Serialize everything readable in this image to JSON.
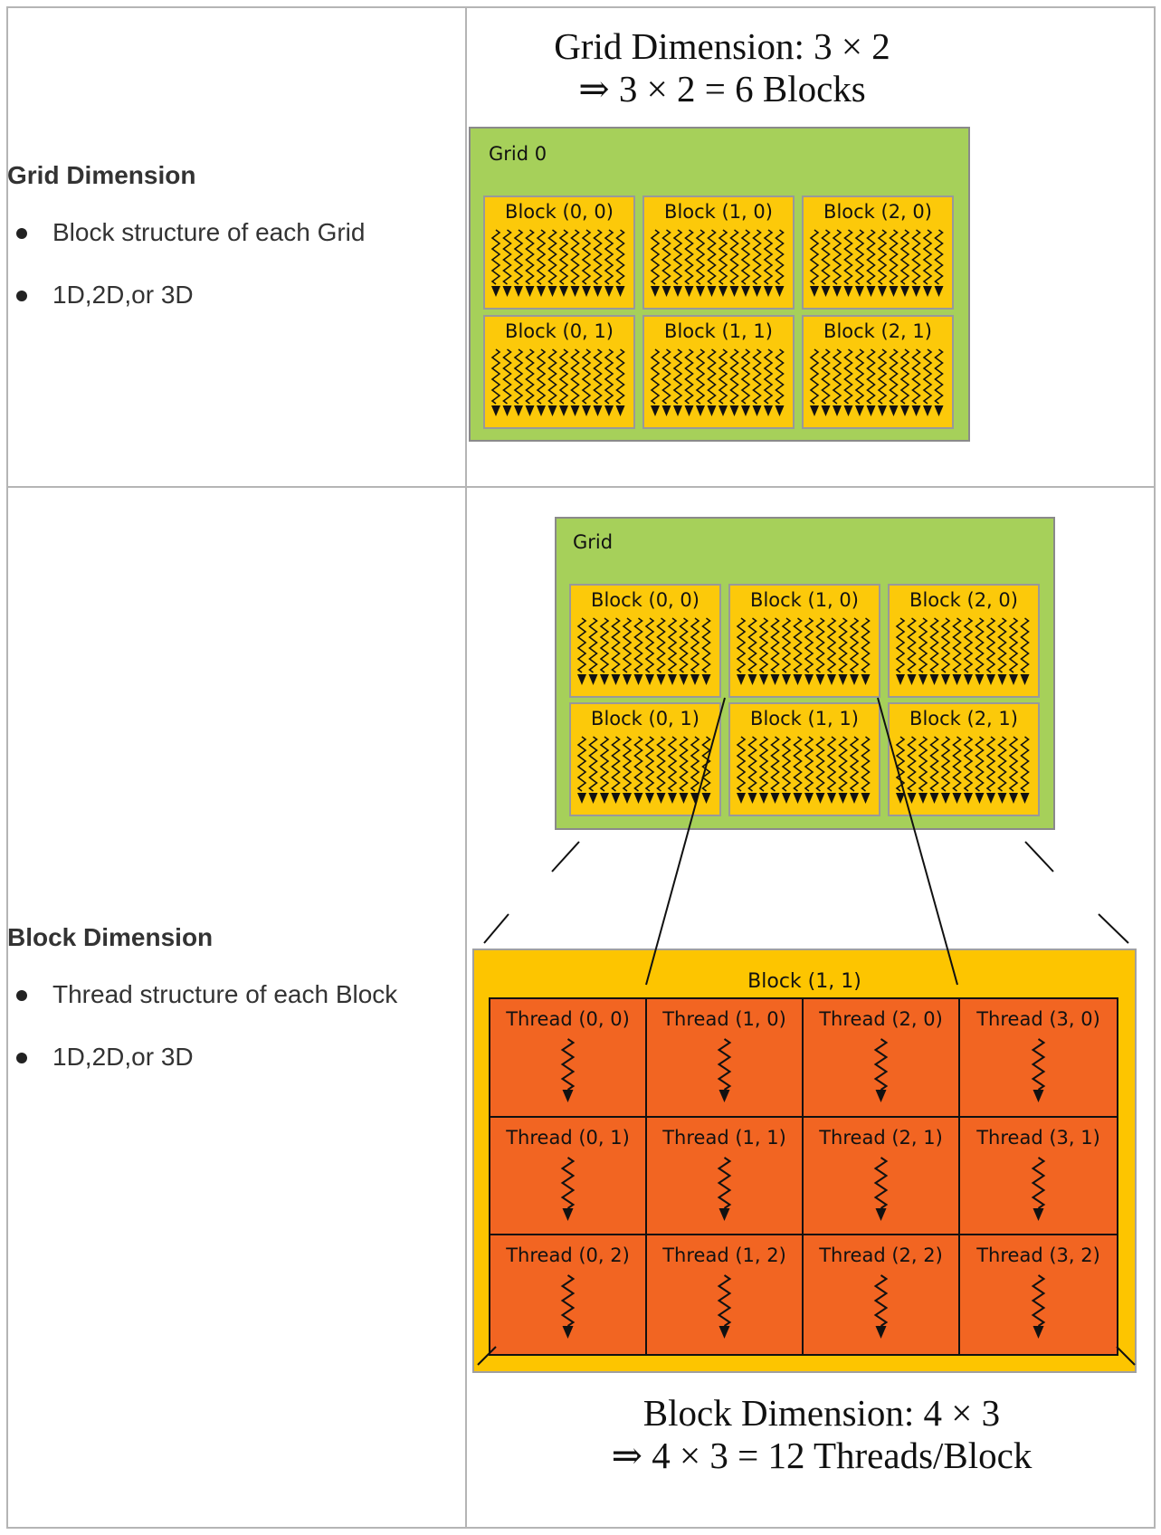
{
  "rows": [
    {
      "heading": "Grid Dimension",
      "bullets": [
        "Block structure of each Grid",
        "1D,2D,or 3D"
      ],
      "caption_line1": "Grid Dimension:  3 × 2",
      "caption_line2": "⇒ 3 × 2 = 6 Blocks",
      "grid_label": "Grid 0",
      "blocks": [
        "Block (0, 0)",
        "Block (1, 0)",
        "Block (2, 0)",
        "Block (0, 1)",
        "Block (1, 1)",
        "Block (2, 1)"
      ]
    },
    {
      "heading": "Block Dimension",
      "bullets": [
        "Thread structure of each Block",
        "1D,2D,or 3D"
      ],
      "grid_label": "Grid",
      "blocks": [
        "Block (0, 0)",
        "Block (1, 0)",
        "Block (2, 0)",
        "Block (0, 1)",
        "Block (1, 1)",
        "Block (2, 1)"
      ],
      "zoom_block_label": "Block (1, 1)",
      "threads": [
        "Thread (0, 0)",
        "Thread (1, 0)",
        "Thread (2, 0)",
        "Thread (3, 0)",
        "Thread (0, 1)",
        "Thread (1, 1)",
        "Thread (2, 1)",
        "Thread (3, 1)",
        "Thread (0, 2)",
        "Thread (1, 2)",
        "Thread (2, 2)",
        "Thread (3, 2)"
      ],
      "caption_line1": "Block Dimension:  4 × 3",
      "caption_line2": "⇒ 4 × 3 = 12 Threads/Block"
    }
  ],
  "colors": {
    "grid_green": "#a6d05a",
    "block_yellow": "#fcc90a",
    "thread_orange": "#f26522",
    "border_gray": "#b5b5b5"
  }
}
